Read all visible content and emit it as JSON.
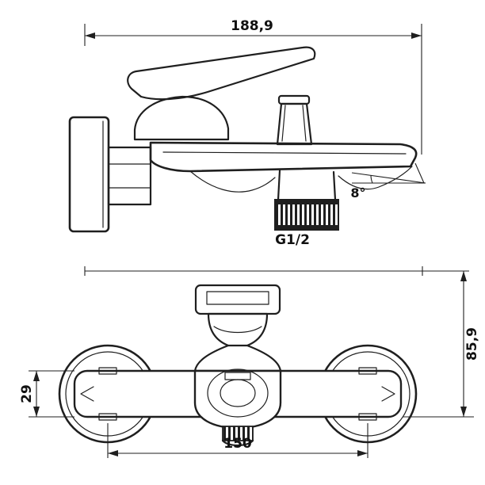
{
  "drawing": {
    "dimensions": {
      "overall_width": "188,9",
      "spout_angle": "8°",
      "thread_size": "G1/2",
      "overall_height": "85,9",
      "body_height": "29",
      "mounting_distance": "150"
    },
    "colors": {
      "line": "#1f1f1f",
      "background": "#ffffff"
    }
  }
}
